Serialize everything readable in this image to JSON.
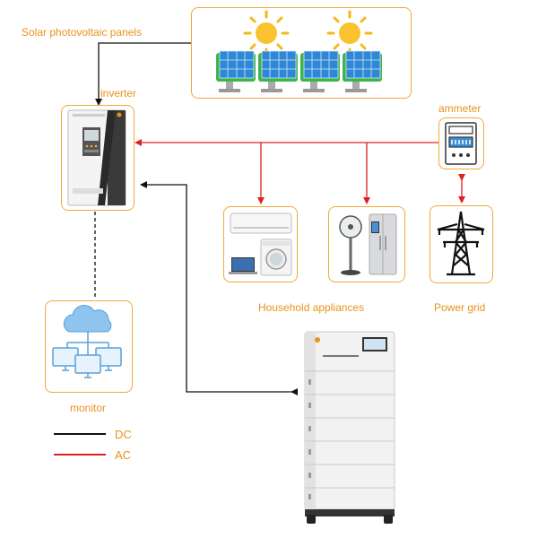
{
  "labels": {
    "solar_panels": "Solar photovoltaic panels",
    "inverter": "inverter",
    "ammeter": "ammeter",
    "household": "Household appliances",
    "power_grid": "Power grid",
    "monitor": "monitor"
  },
  "legend": {
    "dc": "DC",
    "ac": "AC"
  },
  "colors": {
    "box_border": "#f0a93a",
    "label_text": "#e8921c",
    "dc_line": "#111111",
    "ac_line": "#e02020"
  },
  "icons": {
    "solar": "solar-panels-with-sun-icon",
    "inverter": "inverter-unit-icon",
    "ammeter": "electric-meter-icon",
    "appliances_1": "air-conditioner-washer-laptop-icon",
    "appliances_2": "fan-refrigerator-icon",
    "grid": "transmission-tower-icon",
    "monitor": "cloud-network-monitors-icon",
    "battery": "stacked-battery-cabinet-icon"
  }
}
